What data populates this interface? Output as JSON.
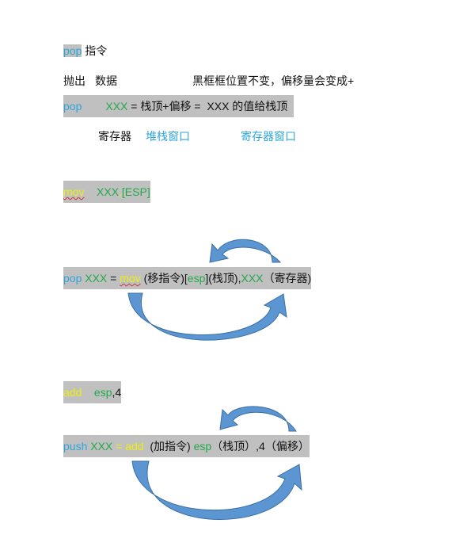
{
  "title": {
    "op": "pop",
    "label": "指令"
  },
  "line2": {
    "a": "抛出",
    "b": "数据",
    "c": "黑框框位置不变，偏移量会变成+"
  },
  "line3": {
    "op": "pop",
    "reg": "XXX",
    "eq1": " = ",
    "mid": "栈顶+偏移",
    "eq2": " = ",
    "rest": "XXX 的值给栈顶"
  },
  "line4": {
    "reg": "寄存器",
    "stack_window": "堆栈窗口",
    "reg_window": "寄存器窗口"
  },
  "mov_line": {
    "op": "mov",
    "reg": "XXX",
    "comma": ",",
    "mem": "[ESP]"
  },
  "pop_line": {
    "op": "pop",
    "reg": "XXX",
    "eq": " = ",
    "mov": "mov",
    "mov_note": " (移指令)",
    "lb": "[",
    "esp": "esp",
    "rb": "]",
    "esp_note": "(栈顶),",
    "reg2": "XXX",
    "reg2_note": "（寄存器)"
  },
  "add_line": {
    "op": "add",
    "esp": "esp",
    "val": ",4"
  },
  "push_line": {
    "op": "push",
    "reg": "XXX",
    "eq": " = ",
    "add": "add",
    "add_note": "  (加指令) ",
    "esp": "esp",
    "esp_note": "（栈顶）,4（偏移）"
  },
  "colors": {
    "blue_text": "#2ea6d8",
    "green_text": "#22a84a",
    "yellow_text": "#eeee10",
    "highlight": "#c0c0c0",
    "arrow": "#5b96d2"
  }
}
